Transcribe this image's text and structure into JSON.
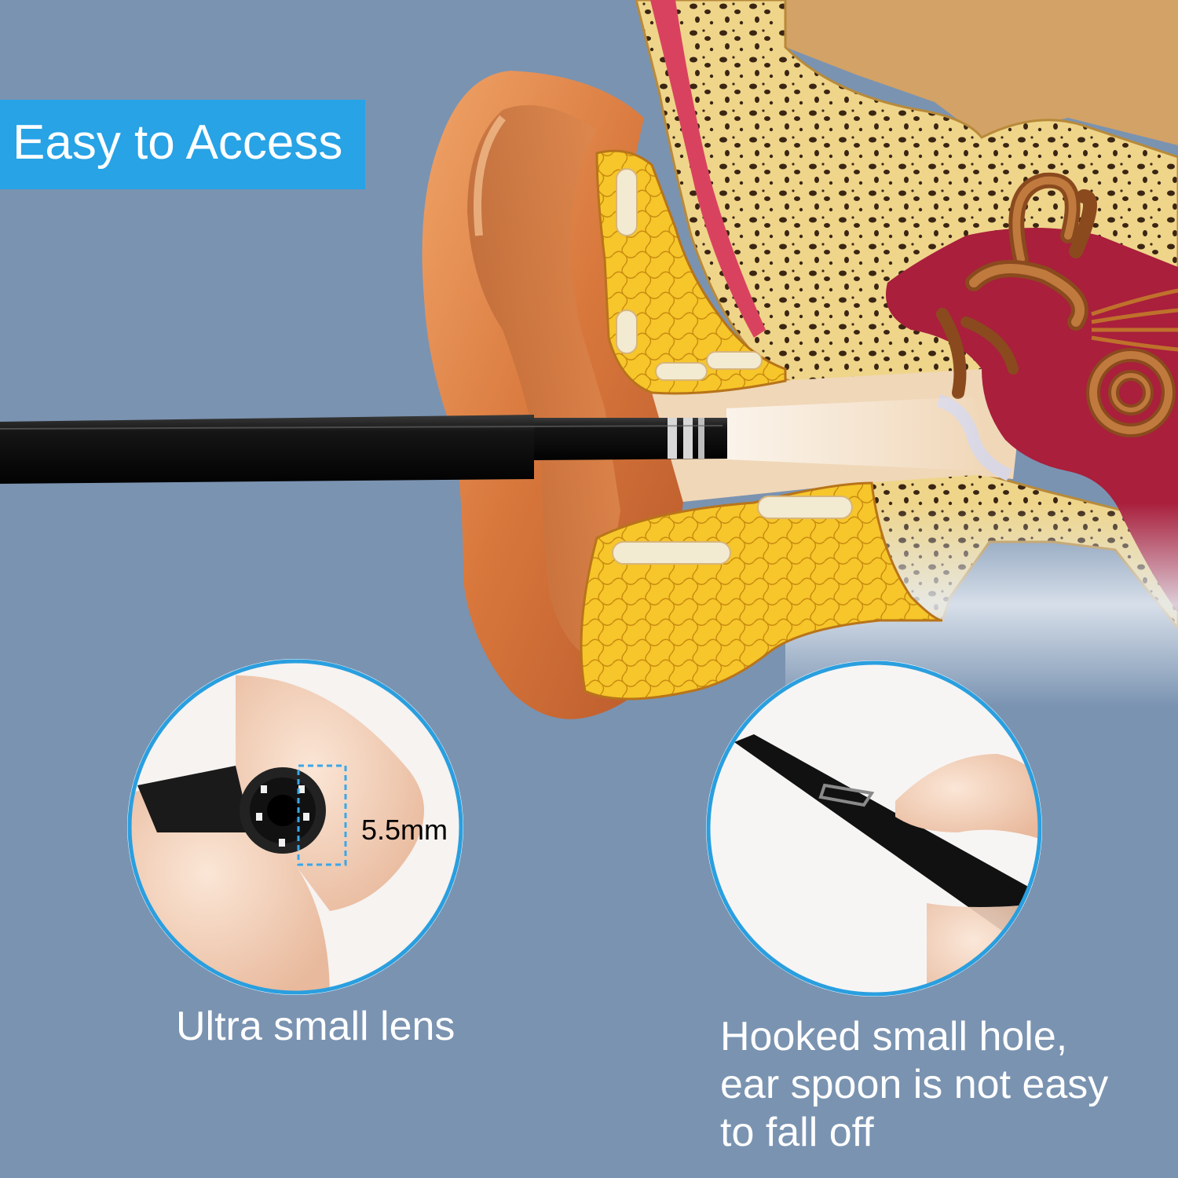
{
  "banner": {
    "title": "Easy to Access"
  },
  "detail_lens": {
    "measurement": "5.5mm",
    "caption": "Ultra small lens"
  },
  "detail_hook": {
    "caption_lines": [
      "Hooked small hole,",
      "ear spoon is not easy",
      "to fall off"
    ]
  },
  "colors": {
    "background": "#7a93b1",
    "banner": "#27a3e6",
    "circle_border": "#2a9fdf",
    "text": "#ffffff"
  },
  "icons": [
    "ear-anatomy-illustration",
    "endoscope-probe",
    "lens-closeup-photo",
    "hook-closeup-photo"
  ]
}
